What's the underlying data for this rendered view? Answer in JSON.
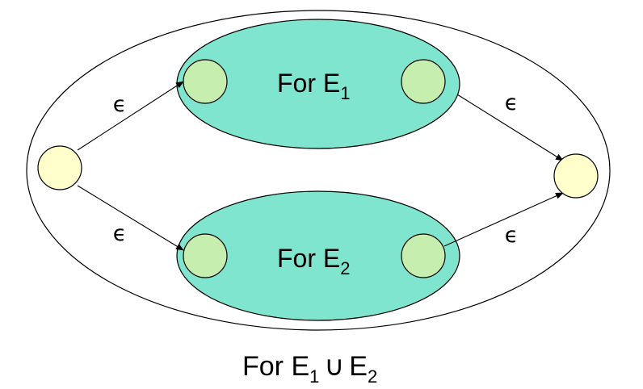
{
  "diagram": {
    "colors": {
      "machine_fill": "#80E5CE",
      "inner_state_fill": "#C6EEAF",
      "outer_state_fill": "#FFFFCC",
      "stroke": "#000000",
      "background": "#FFFFFF"
    },
    "top_machine": {
      "title": "For E",
      "subscript": "1"
    },
    "bottom_machine": {
      "title": "For E",
      "subscript": "2"
    },
    "epsilon_labels": {
      "start_to_top": "ϵ",
      "start_to_bottom": "ϵ",
      "top_to_final": "ϵ",
      "bottom_to_final": "ϵ"
    },
    "caption": {
      "part1": "For E",
      "sub1": "1",
      "union": "∪",
      "part2": "E",
      "sub2": "2"
    }
  }
}
